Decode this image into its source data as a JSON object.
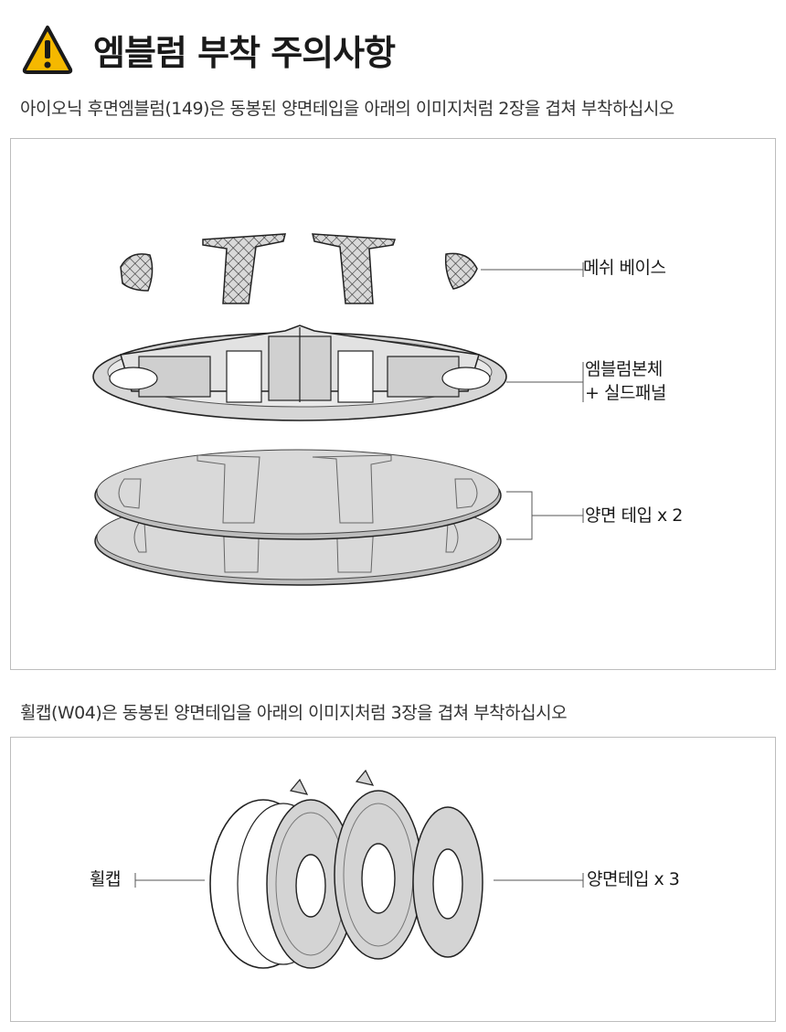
{
  "title": "엠블럼 부착 주의사항",
  "warning_icon": "warning-triangle-icon",
  "accent_color": "#f5b800",
  "section1": {
    "description": "아이오닉 후면엠블럼(149)은 동봉된 양면테입을 아래의 이미지처럼 2장을 겹쳐 부착하십시오",
    "labels": {
      "mesh_base": "메쉬 베이스",
      "body_line1": "엠블럼본체",
      "body_line2": "+ 실드패널",
      "tape": "양면 테입 x 2"
    }
  },
  "section2": {
    "description": "휠캡(W04)은 동봉된 양면테입을 아래의 이미지처럼 3장을 겹쳐 부착하십시오",
    "labels": {
      "wheelcap": "휠캡",
      "tape": "양면테입 x 3"
    }
  }
}
